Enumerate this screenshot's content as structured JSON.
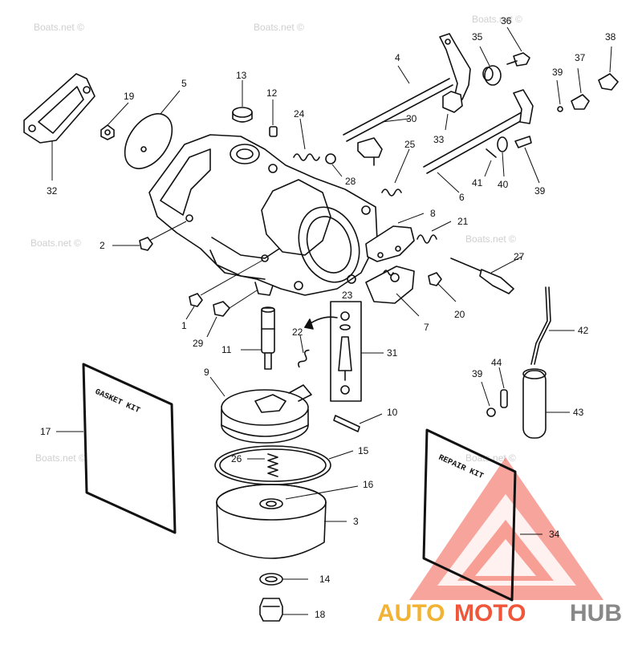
{
  "watermark": "Boats.net ©",
  "cards": {
    "gasket_kit": "GASKET KIT",
    "repair_kit": "REPAIR KIT"
  },
  "logo": {
    "part1": "AUTO",
    "part2": "MOTO",
    "part3": "HUB"
  },
  "colors": {
    "logo_orange": "#f2b233",
    "logo_red": "#f0563a",
    "logo_gray": "#888888",
    "triangle": "#f05a4a"
  },
  "callouts": {
    "c1": "1",
    "c2": "2",
    "c3": "3",
    "c4": "4",
    "c5": "5",
    "c6": "6",
    "c7": "7",
    "c8": "8",
    "c9": "9",
    "c10": "10",
    "c11": "11",
    "c12": "12",
    "c13": "13",
    "c14": "14",
    "c15": "15",
    "c16": "16",
    "c17": "17",
    "c18": "18",
    "c19": "19",
    "c20": "20",
    "c21": "21",
    "c22": "22",
    "c23": "23",
    "c24": "24",
    "c25": "25",
    "c26": "26",
    "c27": "27",
    "c28": "28",
    "c29": "29",
    "c30": "30",
    "c31": "31",
    "c32": "32",
    "c33": "33",
    "c34": "34",
    "c35": "35",
    "c36": "36",
    "c37": "37",
    "c38": "38",
    "c39a": "39",
    "c39b": "39",
    "c39c": "39",
    "c40": "40",
    "c41": "41",
    "c42": "42",
    "c43": "43",
    "c44": "44"
  }
}
